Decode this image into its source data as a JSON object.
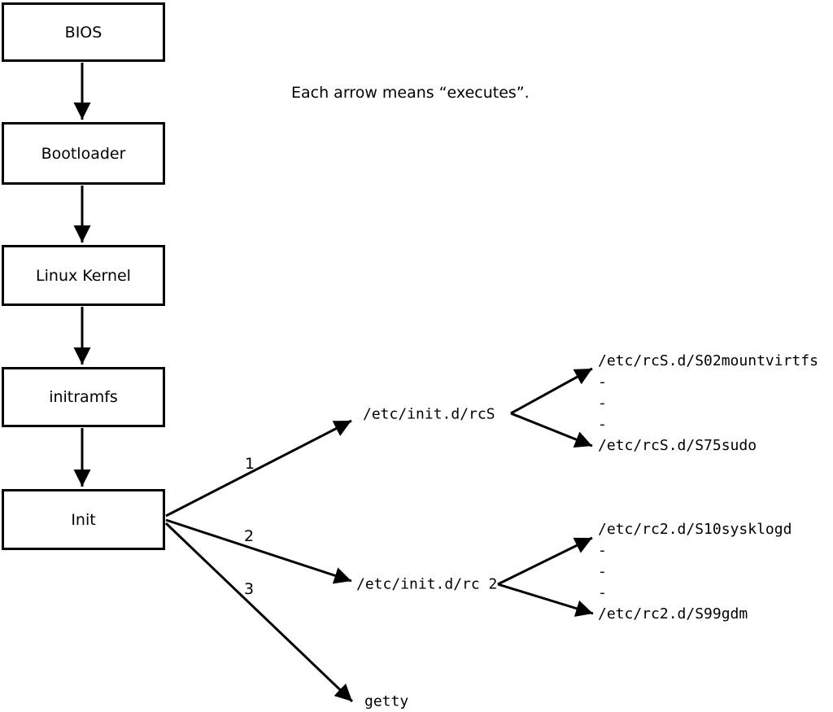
{
  "legend": {
    "text": "Each arrow means “executes”."
  },
  "boot_chain": [
    {
      "label": "BIOS"
    },
    {
      "label": "Bootloader"
    },
    {
      "label": "Linux Kernel"
    },
    {
      "label": "initramfs"
    },
    {
      "label": "Init"
    }
  ],
  "init_branches": [
    {
      "number": "1",
      "target": "/etc/init.d/rcS",
      "scripts": [
        "/etc/rcS.d/S02mountvirtfs",
        "-",
        "-",
        "-",
        "/etc/rcS.d/S75sudo"
      ]
    },
    {
      "number": "2",
      "target": "/etc/init.d/rc 2",
      "scripts": [
        "/etc/rc2.d/S10sysklogd",
        "-",
        "-",
        "-",
        "/etc/rc2.d/S99gdm"
      ]
    },
    {
      "number": "3",
      "target": "getty",
      "scripts": []
    }
  ],
  "colors": {
    "line": "#000000",
    "background": "#ffffff",
    "text": "#000000"
  }
}
